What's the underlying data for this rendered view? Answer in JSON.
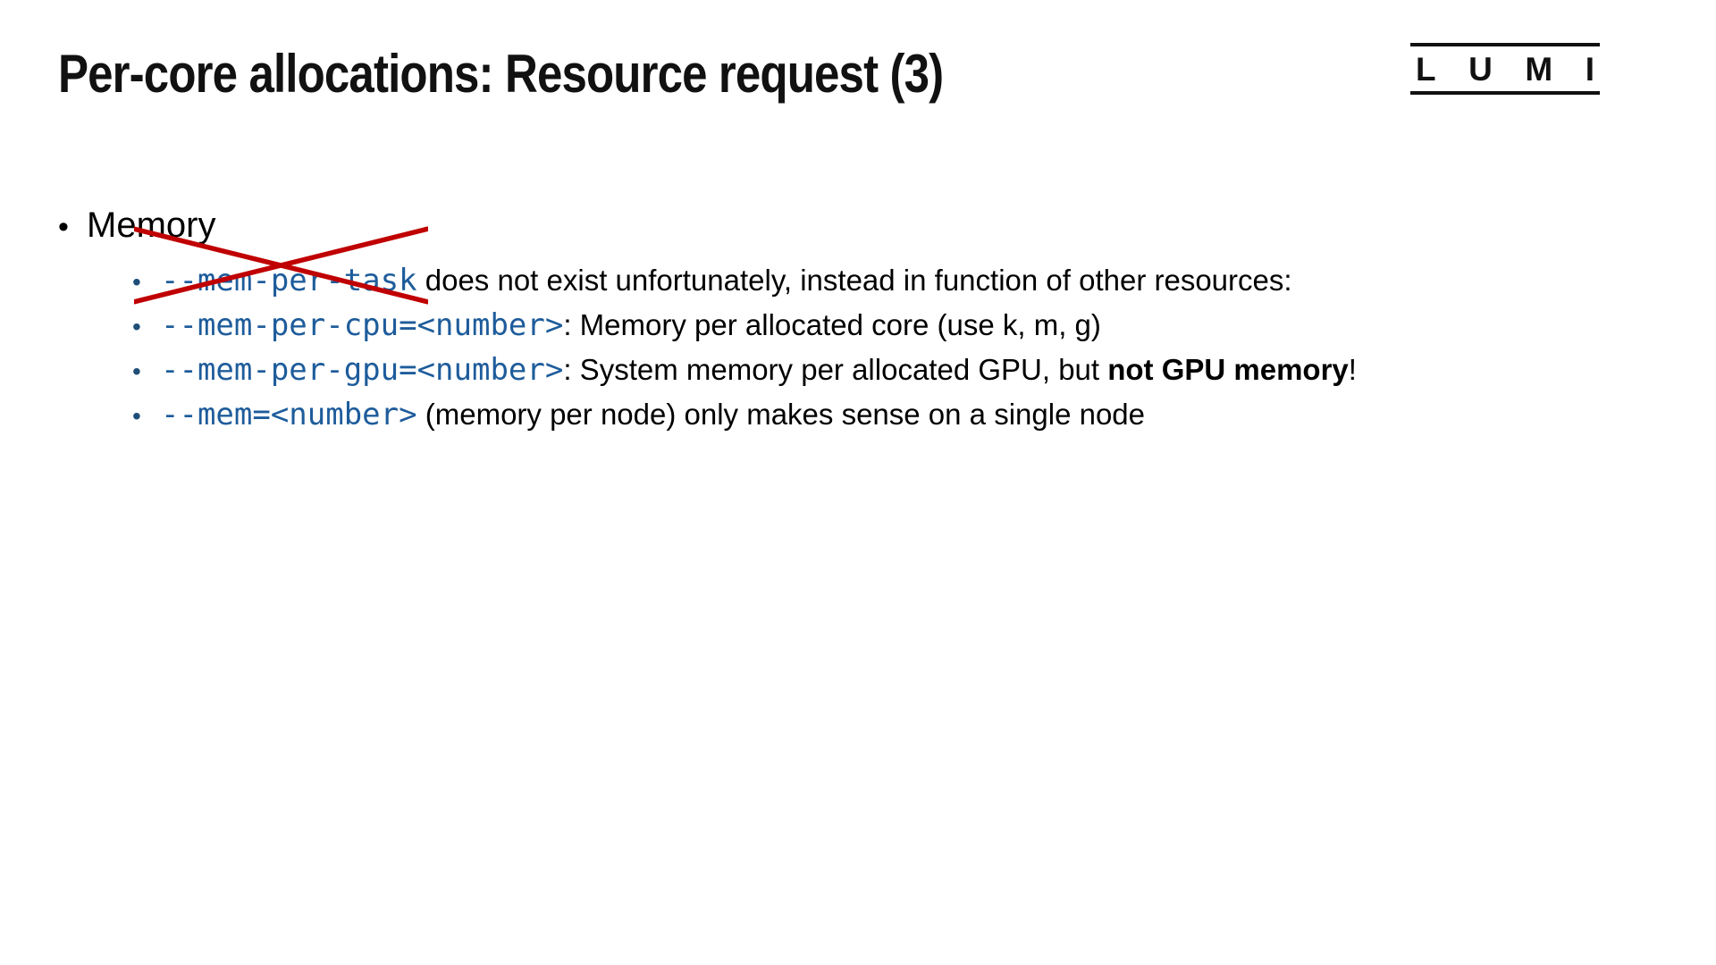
{
  "slide": {
    "title": "Per-core allocations: Resource request (3)",
    "logo": {
      "name": "LUMI",
      "letters": [
        "L",
        "U",
        "M",
        "I"
      ]
    },
    "colors": {
      "code_blue": "#1E5C9B",
      "sub_bullet_blue": "#1F4E79",
      "cross_red": "#C00000",
      "text_black": "#000000"
    },
    "bullets": {
      "main_label": "Memory",
      "main_marker": "•",
      "sub_marker": "•",
      "items": [
        {
          "segments": [
            {
              "type": "code",
              "text": "--mem-per-task",
              "crossed": true
            },
            {
              "type": "text",
              "text": " does not exist unfortunately, instead in function of other resources:"
            }
          ]
        },
        {
          "segments": [
            {
              "type": "code",
              "text": "--mem-per-cpu=<number>"
            },
            {
              "type": "text",
              "text": ": Memory per allocated core (use k, m, g)"
            }
          ]
        },
        {
          "segments": [
            {
              "type": "code",
              "text": "--mem-per-gpu=<number>"
            },
            {
              "type": "text",
              "text": ": System memory per allocated GPU, but "
            },
            {
              "type": "bold",
              "text": "not GPU memory"
            },
            {
              "type": "text",
              "text": "!"
            }
          ]
        },
        {
          "segments": [
            {
              "type": "code",
              "text": "--mem=<number>"
            },
            {
              "type": "text",
              "text": " (memory per node) only makes sense on a single node"
            }
          ]
        }
      ]
    }
  }
}
